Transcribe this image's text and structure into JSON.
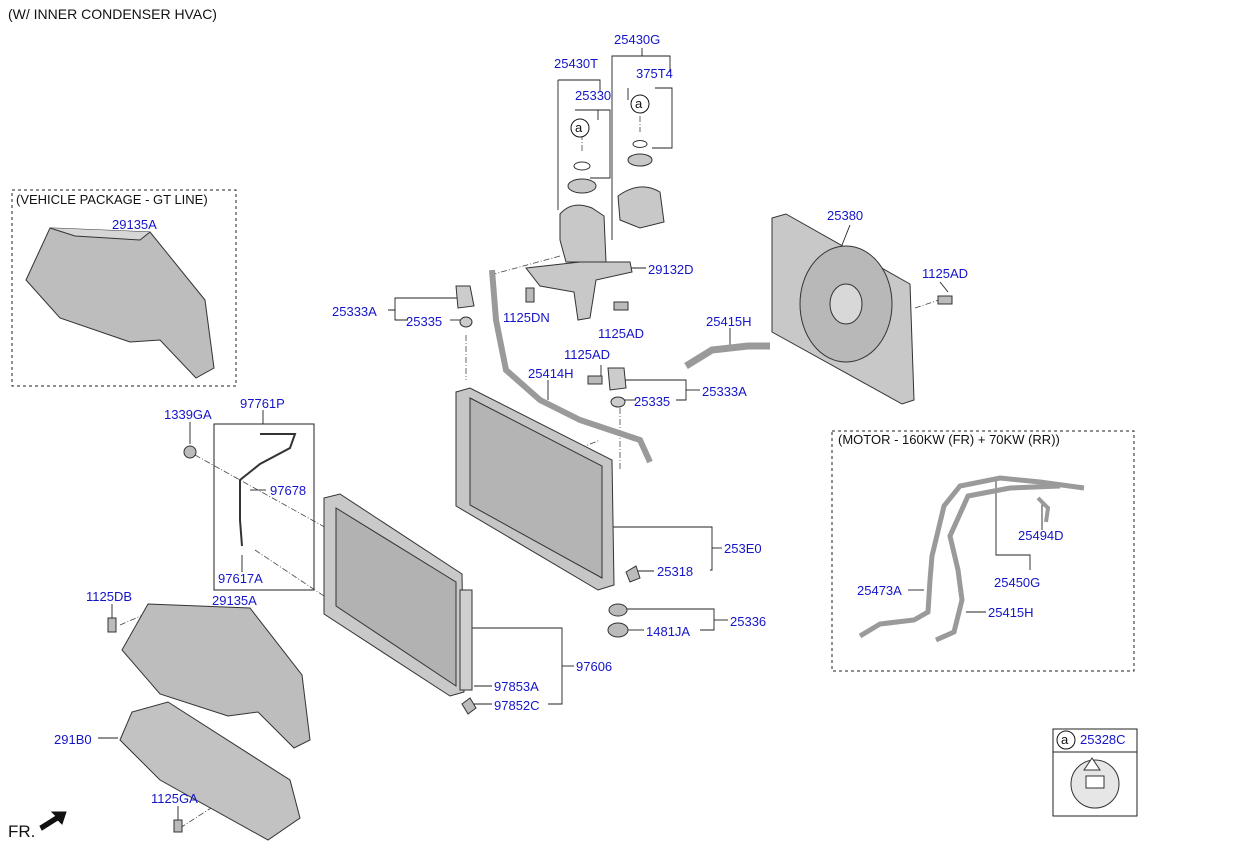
{
  "header": {
    "title": "(W/ INNER CONDENSER HVAC)"
  },
  "boxes": {
    "gt_line": "(VEHICLE PACKAGE - GT LINE)",
    "motor": "(MOTOR - 160KW (FR) + 70KW (RR))"
  },
  "legend": {
    "circle": "a",
    "part": "25328C"
  },
  "direction": "FR.",
  "parts": {
    "p25430G": "25430G",
    "p25430T": "25430T",
    "p375T4": "375T4",
    "p25330": "25330",
    "p29132D": "29132D",
    "p25333A_l": "25333A",
    "p25335_l": "25335",
    "p1125DN": "1125DN",
    "p1125AD_c": "1125AD",
    "p1125AD_m": "1125AD",
    "p25415H": "25415H",
    "p25414H": "25414H",
    "p25333A_r": "25333A",
    "p25335_r": "25335",
    "p25380": "25380",
    "p1125AD_r": "1125AD",
    "p29135A_top": "29135A",
    "p1339GA": "1339GA",
    "p97761P": "97761P",
    "p97678": "97678",
    "p97617A": "97617A",
    "p253E0": "253E0",
    "p25318": "25318",
    "p25336": "25336",
    "p1481JA": "1481JA",
    "p1125DB": "1125DB",
    "p29135A_bot": "29135A",
    "p97606": "97606",
    "p97853A": "97853A",
    "p97852C": "97852C",
    "p291B0": "291B0",
    "p1125GA": "1125GA",
    "p25494D": "25494D",
    "p25450G": "25450G",
    "p25473A": "25473A",
    "p25415H_m": "25415H",
    "circ_a1": "a",
    "circ_a2": "a"
  }
}
